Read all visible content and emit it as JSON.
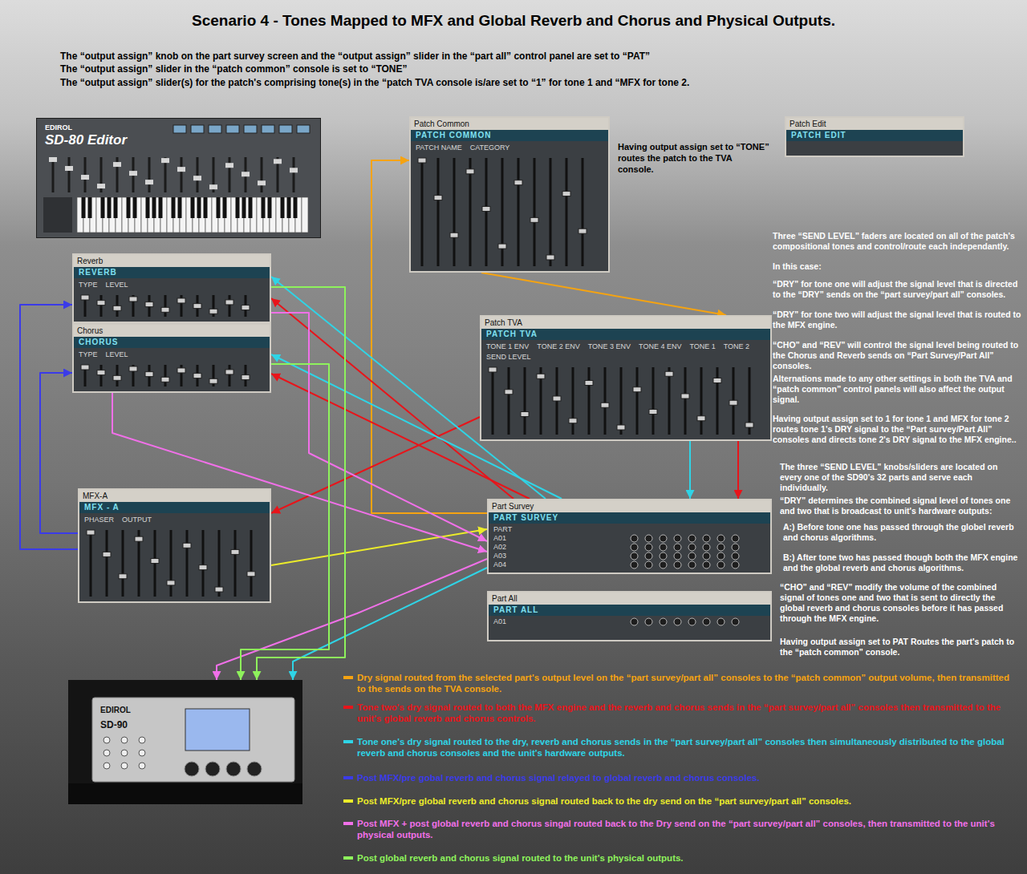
{
  "diagram": {
    "title": "Scenario 4 - Tones Mapped to MFX and Global Reverb and Chorus and Physical Outputs.",
    "nodes": [
      {
        "text": [
          "EDIROL",
          "SD-80 Editor"
        ]
      },
      {
        "text": [
          "Patch Common",
          "PATCH COMMON",
          "PATCH NAME",
          "CATEGORY"
        ]
      },
      {
        "text": [
          "Patch Edit",
          "PATCH EDIT"
        ]
      },
      {
        "text": [
          "Reverb",
          "REVERB",
          "TYPE",
          "LEVEL"
        ]
      },
      {
        "text": [
          "Chorus",
          "CHORUS",
          "TYPE",
          "LEVEL"
        ]
      },
      {
        "text": [
          "MFX-A",
          "MFX - A",
          "PHASER",
          "OUTPUT"
        ]
      },
      {
        "text": [
          "Patch TVA",
          "PATCH TVA",
          "TONE 1 ENV",
          "TONE 2 ENV",
          "TONE 3 ENV",
          "TONE 4 ENV",
          "TONE 1",
          "TONE 2",
          "SEND LEVEL"
        ]
      },
      {
        "text": [
          "Part Survey",
          "PART SURVEY",
          "PART",
          "A01",
          "A02",
          "A03",
          "A04"
        ]
      },
      {
        "text": [
          "Part All",
          "PART ALL",
          "A01"
        ]
      },
      {
        "text": [
          "EDIROL",
          "SD-90"
        ]
      }
    ],
    "edges": [
      {
        "from": 7,
        "to": 1,
        "arrow": "to"
      },
      {
        "from": 1,
        "to": 6,
        "arrow": "to"
      },
      {
        "from": 6,
        "to": 5,
        "arrow": "to"
      },
      {
        "from": 6,
        "to": 7,
        "arrow": "to"
      },
      {
        "from": 7,
        "to": 3,
        "arrow": "to"
      },
      {
        "from": 7,
        "to": 4,
        "arrow": "to"
      },
      {
        "from": 6,
        "to": 7,
        "arrow": "to"
      },
      {
        "from": 7,
        "to": 3,
        "arrow": "to"
      },
      {
        "from": 7,
        "to": 4,
        "arrow": "to"
      },
      {
        "from": 7,
        "to": 9,
        "arrow": "to"
      },
      {
        "from": 5,
        "to": 3,
        "arrow": "to"
      },
      {
        "from": 5,
        "to": 4,
        "arrow": "to"
      },
      {
        "from": 5,
        "to": 7,
        "arrow": "to"
      },
      {
        "from": 3,
        "to": 7,
        "arrow": "to"
      },
      {
        "from": 4,
        "to": 7,
        "arrow": "to"
      },
      {
        "from": 7,
        "to": 9,
        "arrow": "to"
      },
      {
        "from": 3,
        "to": 9,
        "arrow": "to"
      },
      {
        "from": 4,
        "to": 9,
        "arrow": "to"
      }
    ],
    "labels": [
      "The “output assign” knob on the part survey screen and the “output assign” slider in the “part all” control panel are set to “PAT”",
      "The “output assign” slider in the “patch common” console is set to “TONE”",
      "The “output assign” slider(s) for the patch's comprising tone(s) in the “patch TVA console is/are set to “1” for tone 1 and “MFX for tone 2.",
      "Having output assign set to “TONE” routes the patch to the TVA console.",
      "Three “SEND LEVEL” faders are located on all of the patch's compositional tones and control/route each independantly.",
      "In this case:",
      "“DRY” for tone one will adjust the signal level that is directed to the “DRY” sends on the “part survey/part all” consoles.",
      "“DRY” for tone two will adjust the signal level that is routed to the MFX engine.",
      "“CHO” and “REV” will control the signal level being routed to the Chorus and Reverb sends on “Part Survey/Part All” consoles.",
      "Alternations made to any other settings in both the TVA and “patch common” control panels will also affect the output signal.",
      "Having output assign set to 1 for tone 1 and MFX for tone 2 routes tone 1's DRY signal to the “Part survey/Part All” consoles and directs tone 2's DRY signal to the MFX engine..",
      "The three “SEND LEVEL” knobs/sliders are located on every one of the SD90's 32 parts and serve each individually.",
      "“DRY” determines the combined signal level of tones one and two that is broadcast to unit's hardware outputs:",
      "A:) Before tone one has passed through the globel reverb and chorus algorithms.",
      "B:) After tone two has passed though both the MFX engine and the global reverb and chorus algorithms.",
      "“CHO” and “REV” modify the volume of the combined signal of tones one and two that is sent to directly the global reverb and chorus consoles before it has passed through the MFX engine.",
      "Having output assign set to PAT Routes the part's patch to the “patch common” console."
    ],
    "legend": [
      {
        "text": "Dry signal routed from the selected part's output level on the “part survey/part all” consoles to the “patch common” output volume, then transmitted to the sends on the TVA console.",
        "color": "#f5a311"
      },
      {
        "text": "Tone two's dry signal routed to both the MFX engine and the reverb and chorus sends in the “part survey/part all” consoles then transmitted to the unit's global reverb and chorus controls.",
        "color": "#e8141a"
      },
      {
        "text": "Tone one's dry signal routed to the dry, reverb and chorus sends in the “part survey/part all” consoles then simultaneously distributed to the global reverb and chorus consoles and the unit's hardware outputs.",
        "color": "#2fd4e6"
      },
      {
        "text": "Post MFX/pre gobal reverb and chorus signal relayed to global reverb and chorus consoles.",
        "color": "#3b3be8"
      },
      {
        "text": "Post MFX/pre global reverb and chorus signal routed back to the dry send on the “part survey/part all” consoles.",
        "color": "#ecec2a"
      },
      {
        "text": "Post MFX + post global reverb and chorus singal routed back to the Dry send on the “part survey/part all” consoles, then transmitted to the unit's physical outputs.",
        "color": "#f070e8"
      },
      {
        "text": "Post global reverb and chorus signal routed to the unit's physical outputs.",
        "color": "#8ef25c"
      }
    ]
  }
}
